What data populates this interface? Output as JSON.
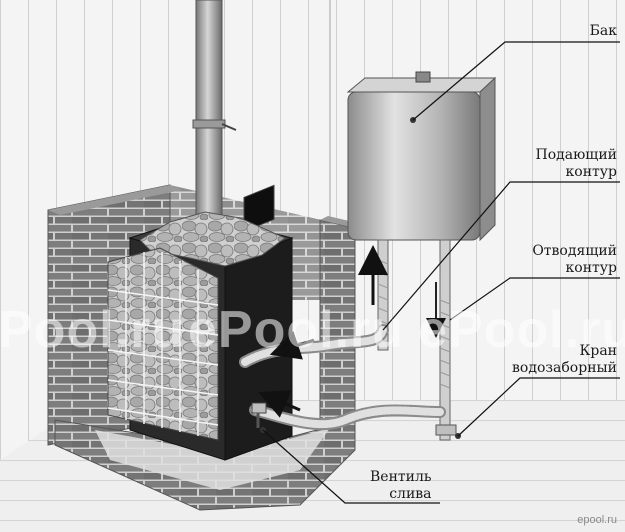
{
  "labels": {
    "tank": "Бак",
    "supply_line1": "Подающий",
    "supply_line2": "контур",
    "return_line1": "Отводящий",
    "return_line2": "контур",
    "tap_line1": "Кран",
    "tap_line2": "водозаборный",
    "valve_line1": "Вентиль",
    "valve_line2": "слива"
  },
  "watermark": {
    "left": "Pool.ru",
    "center": "ePool.ru",
    "right": "ePool.ru",
    "corner": "epool.ru"
  },
  "colors": {
    "brick": "#7d7d7d",
    "mortar": "#cfcfcf",
    "stove": "#1c1c1c",
    "tank": "#b5b5b5",
    "pipe": "#c8c8c8",
    "wall": "#f2f2f2"
  }
}
